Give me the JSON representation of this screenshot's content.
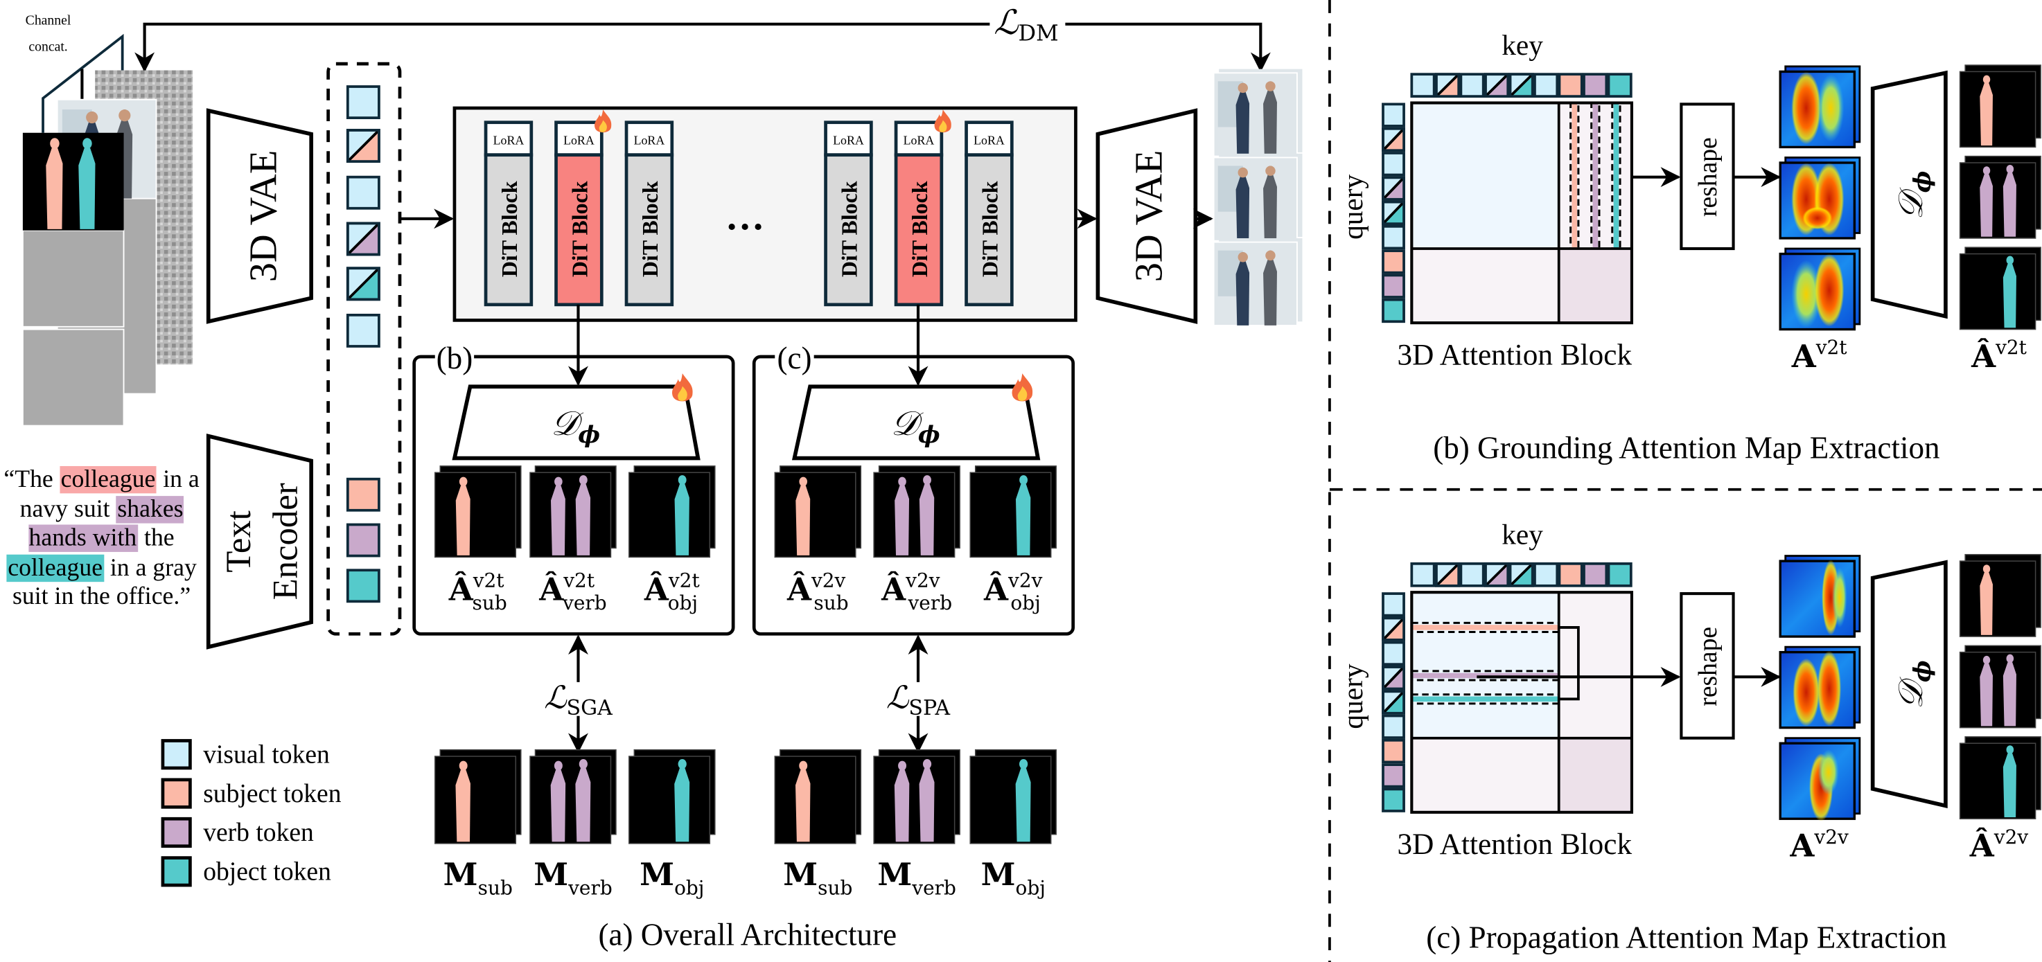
{
  "colors": {
    "visual_token": "#cdeefb",
    "subject_token": "#fbb9a7",
    "verb_token": "#c9a9cb",
    "object_token": "#55cacb",
    "dit_block": "#d9d9d9",
    "dit_block_trainable": "#f88380",
    "border": "#0e2a3a",
    "container": "#f5f5f5",
    "attn_vv": "#eef7fe",
    "attn_vt": "#f8f3f7",
    "attn_tt": "#ede1ea"
  },
  "overall": {
    "channel_concat": [
      "Channel",
      "concat."
    ],
    "loss_dm": {
      "base": "ℒ",
      "sub": "DM"
    },
    "vae_encoder": "3D VAE",
    "vae_decoder": "3D VAE",
    "text_encoder": [
      "Text",
      "Encoder"
    ],
    "lora_label": "LoRA",
    "dit_label": "DiT Block",
    "ellipsis": "…",
    "visual_tokens": [
      "visual",
      "visual-subject",
      "visual",
      "visual-verb",
      "visual-object",
      "visual"
    ],
    "text_tokens": [
      "subject",
      "verb",
      "object"
    ],
    "trainable_icon": "fire-icon",
    "prompt": {
      "open": "“The ",
      "w1": "colleague",
      "t1": " in a navy suit ",
      "w2": "shakes hands with",
      "t2": " the ",
      "w3": "colleague",
      "t3": " in a gray suit in the office.”"
    },
    "panel_b": {
      "tag": "(b)",
      "decoder": {
        "base": "𝒟",
        "sub": "ϕ"
      },
      "preds": [
        {
          "base": "Â",
          "sup": "v2t",
          "sub": "sub"
        },
        {
          "base": "Â",
          "sup": "v2t",
          "sub": "verb"
        },
        {
          "base": "Â",
          "sup": "v2t",
          "sub": "obj"
        }
      ],
      "loss": {
        "base": "ℒ",
        "sub": "SGA"
      }
    },
    "panel_c": {
      "tag": "(c)",
      "decoder": {
        "base": "𝒟",
        "sub": "ϕ"
      },
      "preds": [
        {
          "base": "Â",
          "sup": "v2v",
          "sub": "sub"
        },
        {
          "base": "Â",
          "sup": "v2v",
          "sub": "verb"
        },
        {
          "base": "Â",
          "sup": "v2v",
          "sub": "obj"
        }
      ],
      "loss": {
        "base": "ℒ",
        "sub": "SPA"
      }
    },
    "masks": [
      {
        "base": "M",
        "sub": "sub"
      },
      {
        "base": "M",
        "sub": "verb"
      },
      {
        "base": "M",
        "sub": "obj"
      }
    ],
    "legend": [
      {
        "type": "visual",
        "label": "visual token"
      },
      {
        "type": "subject",
        "label": "subject token"
      },
      {
        "type": "verb",
        "label": "verb token"
      },
      {
        "type": "object",
        "label": "object token"
      }
    ],
    "caption": "(a) Overall Architecture"
  },
  "grounding": {
    "key": "key",
    "query": "query",
    "block": "3D Attention Block",
    "reshape": "reshape",
    "tokens": [
      "visual",
      "visual-subject",
      "visual",
      "visual-verb",
      "visual-object",
      "visual",
      "subject",
      "verb",
      "object"
    ],
    "decoder": {
      "base": "𝒟",
      "sub": "ϕ"
    },
    "attn": {
      "base": "A",
      "sup": "v2t"
    },
    "pred": {
      "base": "Â",
      "sup": "v2t"
    },
    "caption": "(b) Grounding Attention Map Extraction"
  },
  "propagation": {
    "key": "key",
    "query": "query",
    "block": "3D Attention Block",
    "reshape": "reshape",
    "tokens": [
      "visual",
      "visual-subject",
      "visual",
      "visual-verb",
      "visual-object",
      "visual",
      "subject",
      "verb",
      "object"
    ],
    "decoder": {
      "base": "𝒟",
      "sub": "ϕ"
    },
    "attn": {
      "base": "A",
      "sup": "v2v"
    },
    "pred": {
      "base": "Â",
      "sup": "v2v"
    },
    "caption": "(c) Propagation Attention Map Extraction"
  }
}
